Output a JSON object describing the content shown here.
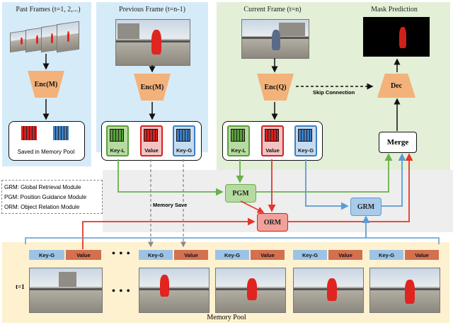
{
  "titles": {
    "past": "Past Frames (t=1, 2,...)",
    "previous": "Previous Frame (t=n-1)",
    "current": "Current Frame (t=n)",
    "mask": "Mask Prediction"
  },
  "modules": {
    "enc_m": "Enc(M)",
    "enc_q": "Enc(Q)",
    "dec": "Dec",
    "merge": "Merge",
    "pgm": "PGM",
    "orm": "ORM",
    "grm": "GRM"
  },
  "labels": {
    "saved": "Saved in Memory Pool",
    "skip": "Skip Connection",
    "memory_save": "Memory Save",
    "memory_pool": "Memory Pool",
    "t1": "t=1",
    "dots": "• • •"
  },
  "cards": {
    "key_l": "Key-L",
    "value": "Value",
    "key_g": "Key-G"
  },
  "legend": {
    "grm": "GRM: Global Retrieval Module",
    "pgm": "PGM: Position Guidance Module",
    "orm": "ORM: Object Relation Module"
  },
  "tags": {
    "key_g": "Key-G",
    "value": "Value"
  },
  "colors": {
    "green_arrow": "#6ab04c",
    "red_arrow": "#e8342a",
    "blue_arrow": "#5b9bd5",
    "panel_blue": "#d8ecf8",
    "panel_green": "#e4f0d8",
    "panel_yellow": "#fdf2d0"
  }
}
